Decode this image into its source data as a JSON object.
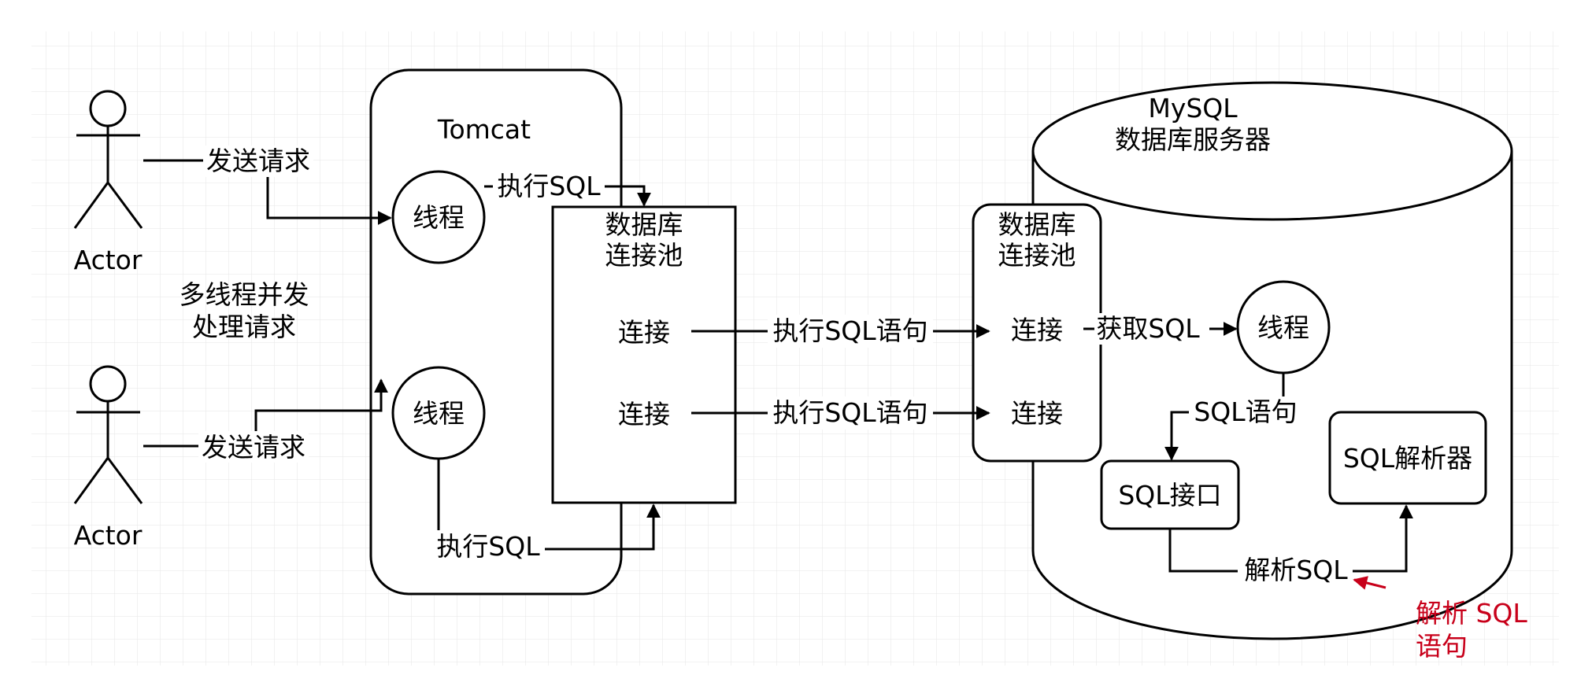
{
  "actors": [
    {
      "label": "Actor",
      "request_label": "发送请求"
    },
    {
      "label": "Actor",
      "request_label": "发送请求"
    }
  ],
  "concurrency_note": {
    "line1": "多线程并发",
    "line2": "处理请求"
  },
  "tomcat": {
    "title": "Tomcat",
    "thread_label": "线程",
    "exec_sql_label": "执行SQL",
    "pool": {
      "line1": "数据库",
      "line2": "连接池",
      "connection_label": "连接"
    }
  },
  "exec_sql_statement_label": "执行SQL语句",
  "mysql": {
    "title_line1": "MySQL",
    "title_line2": "数据库服务器",
    "pool": {
      "line1": "数据库",
      "line2": "连接池",
      "connection_label": "连接"
    },
    "get_sql_label": "获取SQL",
    "thread_label": "线程",
    "sql_statement_label": "SQL语句",
    "sql_interface_label": "SQL接口",
    "sql_parser_label": "SQL解析器",
    "parse_sql_label": "解析SQL"
  },
  "annotation": {
    "line1": "解析 SQL",
    "line2": "语句",
    "color": "#c8001a"
  }
}
